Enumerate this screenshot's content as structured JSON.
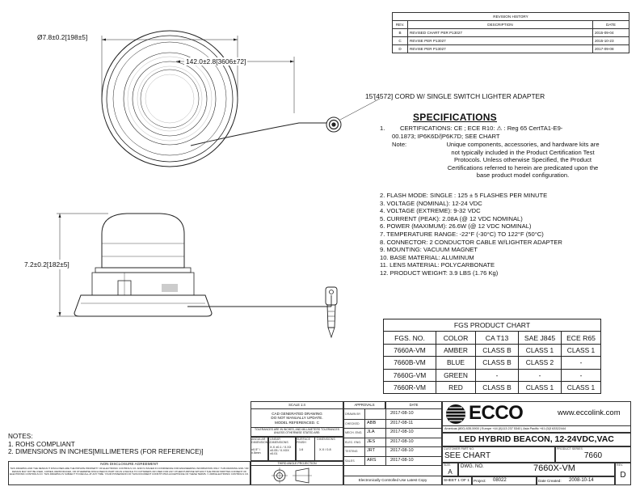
{
  "revision_history": {
    "title": "REVISION HISTORY",
    "headers": [
      "REV.",
      "DESCRIPTION",
      "DATE"
    ],
    "rows": [
      {
        "rev": "B",
        "description": "REVISED CHART PER P13027",
        "date": "2015-09-04"
      },
      {
        "rev": "C",
        "description": "REVISE PER P13027",
        "date": "2015-10-23"
      },
      {
        "rev": "D",
        "description": "REVISE PER P13027",
        "date": "2017-09-08"
      }
    ]
  },
  "dimensions": {
    "diameter": "Ø7.8±0.2[198±5]",
    "cord_length": "142.0±2.8[3606±72]",
    "cord_note": "15'[4572] CORD W/ SINGLE SWITCH LIGHTER ADAPTER",
    "height": "7.2±0.2[182±5]"
  },
  "specifications": {
    "title": "SPECIFICATIONS",
    "item1_prefix": "1.",
    "item1_line1": "CERTIFICATIONS: CE ; ECE R10: ⚠ : Reg 65 CertTA1-E9-",
    "item1_line2": "00.1873; IP6K6D/|P6K7D; SEE CHART",
    "note_label": "Note:",
    "note_lines": [
      "Unique components, accessories, and hardware kits are",
      "not typically included in the Product Certification Test",
      "Protocols. Unless otherwise Specified, the Product",
      "Certifications referred to herein are predicated upon the",
      "base product model configuration."
    ],
    "items": [
      "2. FLASH MODE: SINGLE : 125 ± 5 FLASHES PER MINUTE",
      "3. VOLTAGE (NOMINAL): 12-24 VDC",
      "4. VOLTAGE (EXTREME): 9-32 VDC",
      "5. CURRENT (PEAK): 2.08A (@ 12 VDC NOMINAL)",
      "6. POWER (MAXIMUM): 26.6W (@ 12 VDC NOMINAL)",
      "7. TEMPERATURE RANGE: -22°F (-30°C) TO 122°F (50°C)",
      "8. CONNECTOR: 2 CONDUCTOR CABLE W/LIGHTER ADAPTER",
      "9. MOUNTING: VACUUM MAGNET",
      "10. BASE MATERIAL: ALUMINUM",
      "11. LENS MATERIAL: POLYCARBONATE",
      "12. PRODUCT WEIGHT: 3.9 LBS (1.76 Kg)"
    ]
  },
  "fgs_chart": {
    "title": "FGS PRODUCT CHART",
    "headers": [
      "FGS. NO.",
      "COLOR",
      "CA T13",
      "SAE J845",
      "ECE R65"
    ],
    "rows": [
      [
        "7660A-VM",
        "AMBER",
        "CLASS B",
        "CLASS 1",
        "CLASS 1"
      ],
      [
        "7660B-VM",
        "BLUE",
        "CLASS B",
        "CLASS 2",
        "-"
      ],
      [
        "7660G-VM",
        "GREEN",
        "-",
        "-",
        "-"
      ],
      [
        "7660R-VM",
        "RED",
        "CLASS B",
        "CLASS 1",
        "CLASS 1"
      ]
    ]
  },
  "notes": {
    "title": "NOTES:",
    "items": [
      "1. ROHS COMPLIANT",
      "2. DIMENSIONS IN INCHES[MILLIMETERS (FOR REFERENCE)]"
    ]
  },
  "title_block": {
    "scale": "SCALE 1:4",
    "approvals": "APPROVALS",
    "date_hdr": "DATE",
    "cad_note": [
      "CAD GENERATED DRAWING",
      "DO NOT MANUALLY UPDATE.",
      "MODEL REFERENCED. C"
    ],
    "tolerance_note": "TOLERANCES ARE IN INCHES, AND MILLIMETERS TOLERANCES UNLESS OTHERWISE STATED ARE:",
    "tol_col_labels": [
      "ANGULAR DIMENSIONS",
      "LINEAR DIMENSIONS",
      "SURFACE FINISH",
      "DIMENSIONS"
    ],
    "tol_values": [
      "±0.5° / ±.5mm",
      "X.X ±0.1 / X.XX ±0.05 / X.XXX ±0.01",
      "1.6",
      "X.X / 0.8"
    ],
    "approval_rows": [
      {
        "role": "DRAWN BY",
        "name": "",
        "date": "2017-08-10"
      },
      {
        "role": "CHECKED",
        "name": "ABB",
        "date": "2017-08-11"
      },
      {
        "role": "MECH. ENG.",
        "name": "JLA",
        "date": "2017-08-10"
      },
      {
        "role": "ELEC. ENG.",
        "name": "JES",
        "date": "2017-08-10"
      },
      {
        "role": "TESTING",
        "name": "JRT",
        "date": "2017-08-10"
      },
      {
        "role": "SALES",
        "name": "ARS",
        "date": "2017-08-10"
      }
    ],
    "third_angle": "THIRD ANGLE PROJECTION",
    "nda_title": "NON DISCLOSURE AGREEMENT",
    "nda_text": "THIS DRAWING AND THE DESIGN IT DISCLOSES ARE THE PRIVATE PROPERTY OF ELECTRONIC CONTROLS CO. AND IS ISSUED IN CONFIDENCE FOR ENGINEERING INFORMATION ONLY. THIS DRAWING AND / OR DESIGN MAY NOT BE USED, COPIED, REPRODUCED, OR OTHERWISE DISCLOSED IN PART OR AS A WHOLE TO OUTSIDERS OR USED FOR ANY OTHER PURPOSE WITHOUT THE PRIOR WRITTEN CONSENT OF ELECTRONIC CONTROLS CO. THIS DRAWING IS SUBJECT TO RECALL AT ANY TIME. YOUR POSSESSION OF THIS DOCUMENT CONSTITUTES ACCEPTANCE OF THESE TERMS. © 2008 ELECTRONIC CONTROLS CO.",
    "controlled": "Electronically Controlled Use Latest Copy",
    "brand": "ECCO",
    "website": "www.eccolink.com",
    "phones": "Americas (800) 635-5900  |  Europe +44 (0)113 237 5340  |  Asia Pacific +61 (0)3 63322444",
    "product_title": "LED HYBRID BEACON, 12-24VDC,VAC",
    "customer_part_label": "CUSTOMER PART NO.",
    "customer_part": "SEE CHART",
    "product_series_label": "PRODUCT SERIES",
    "product_series": "7660",
    "size_label": "SIZE:",
    "size": "A",
    "dwg_label": "DWG. NO.",
    "dwg_no": "7660X-VM",
    "rev_label": "REV.",
    "rev": "D",
    "sheet": "SHEET 1 OF 1",
    "project_label": "Project:",
    "project": "08022",
    "date_created_label": "Date Created:",
    "date_created": "2008-10-14"
  }
}
